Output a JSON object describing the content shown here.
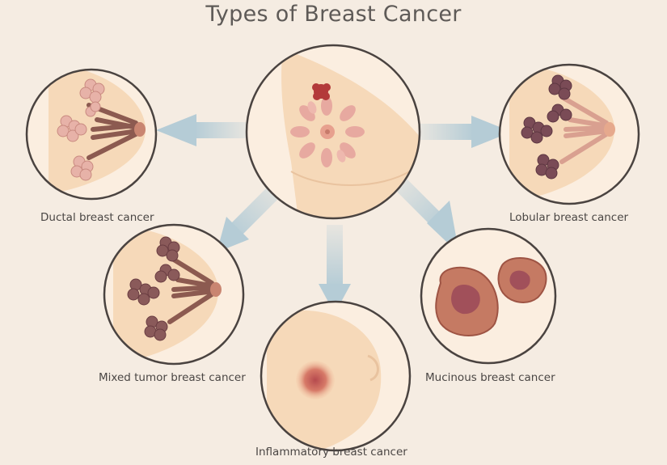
{
  "title": "Types of Breast Cancer",
  "nodes": [
    {
      "id": "center",
      "label": ""
    },
    {
      "id": "ductal",
      "label": "Ductal breast cancer"
    },
    {
      "id": "lobular",
      "label": "Lobular breast cancer"
    },
    {
      "id": "mixed",
      "label": "Mixed tumor breast cancer"
    },
    {
      "id": "inflammatory",
      "label": "Inflammatory breast cancer"
    },
    {
      "id": "mucinous",
      "label": "Mucinous breast cancer"
    }
  ],
  "edges": [
    {
      "from": "center",
      "to": "ductal"
    },
    {
      "from": "center",
      "to": "lobular"
    },
    {
      "from": "center",
      "to": "mixed"
    },
    {
      "from": "center",
      "to": "inflammatory"
    },
    {
      "from": "center",
      "to": "mucinous"
    }
  ],
  "colors": {
    "background": "#f5ece2",
    "skin": "#f6d9b9",
    "circle_border": "#4a4340",
    "arrow": "#b5ccd6",
    "lobule": "#7a4b56",
    "pink_lobule": "#e7a9a0",
    "tumor": "#c57a63",
    "nipple": "#e6a98d"
  }
}
